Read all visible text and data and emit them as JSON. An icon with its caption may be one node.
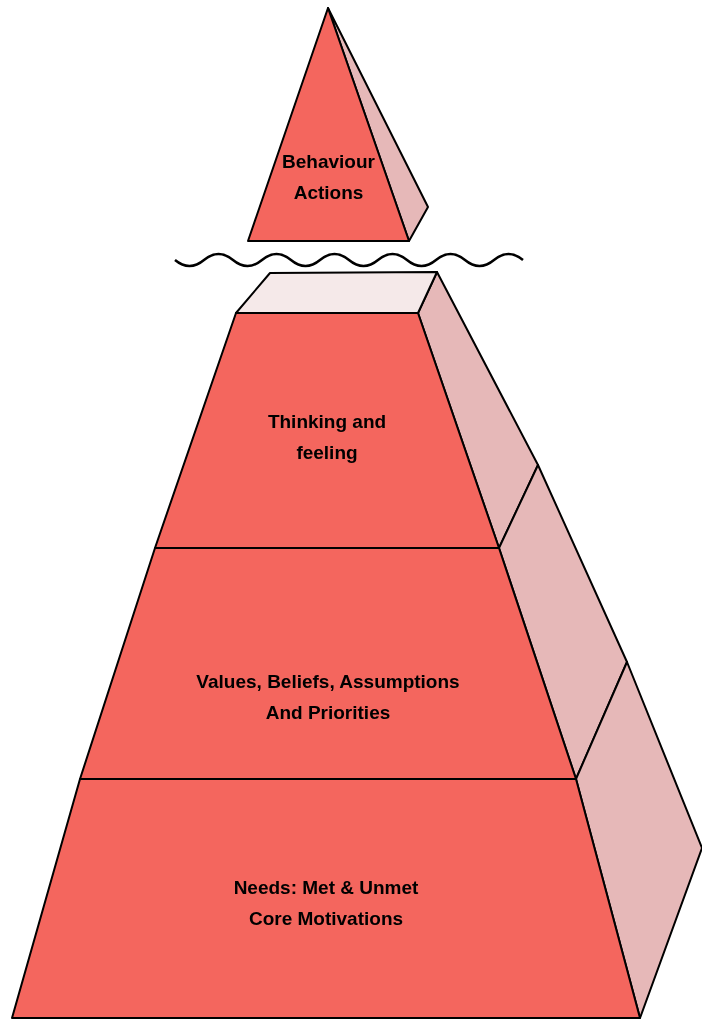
{
  "diagram": {
    "nodes": [
      {
        "text": [
          "Behaviour Actions"
        ]
      },
      {
        "text": [
          "Thinking and feeling"
        ]
      },
      {
        "text": [
          "Values, Beliefs, Assumptions And Priorities"
        ]
      },
      {
        "text": [
          "Needs: Met & Unmet Core Motivations"
        ]
      }
    ]
  }
}
